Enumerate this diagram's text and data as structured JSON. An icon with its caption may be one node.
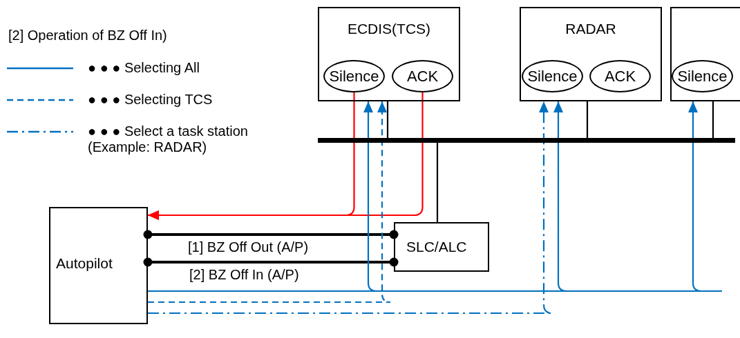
{
  "diagram": {
    "title": "[2] Operation of BZ Off In)",
    "nodes": [
      {
        "text": [
          "ECDIS(TCS)"
        ]
      },
      {
        "text": [
          "Silence"
        ],
        "in": 0
      },
      {
        "text": [
          "ACK"
        ],
        "in": 0
      },
      {
        "text": [
          "RADAR"
        ]
      },
      {
        "text": [
          "Silence"
        ],
        "in": 3
      },
      {
        "text": [
          "ACK"
        ],
        "in": 3
      },
      {
        "text": [],
        "shape": "box"
      },
      {
        "text": [
          "Silence"
        ],
        "in": 6
      },
      {
        "text": [],
        "shape": "bar"
      },
      {
        "text": [
          "Autopilot"
        ]
      },
      {
        "text": [
          "SLC/ALC"
        ]
      }
    ],
    "edges": [
      {
        "from": 9,
        "to": 10,
        "arrow": "other",
        "label": "[1] BZ Off Out (A/P)",
        "style": "thick"
      },
      {
        "from": 9,
        "to": 10,
        "arrow": "other",
        "label": "[2] BZ Off In (A/P)",
        "style": "thick"
      },
      {
        "from": 1,
        "to": 9,
        "arrow": "to",
        "color": "#ff0000"
      },
      {
        "from": 2,
        "to": 9,
        "arrow": "to",
        "color": "#ff0000"
      },
      {
        "from": 9,
        "to": 0,
        "arrow": "to",
        "color": "#0070c0"
      },
      {
        "from": 9,
        "to": 0,
        "arrow": "to",
        "style": "dashed",
        "color": "#0070c0"
      },
      {
        "from": 9,
        "to": 3,
        "arrow": "to",
        "style": "dashed",
        "color": "#0070c0"
      },
      {
        "from": 9,
        "to": 3,
        "arrow": "to",
        "color": "#0070c0"
      },
      {
        "from": 9,
        "to": 6,
        "arrow": "to",
        "color": "#0070c0"
      },
      {
        "from": 0,
        "to": 8,
        "arrow": "none"
      },
      {
        "from": 3,
        "to": 8,
        "arrow": "none"
      },
      {
        "from": 6,
        "to": 8,
        "arrow": "none"
      },
      {
        "from": 10,
        "to": 8,
        "arrow": "none"
      }
    ],
    "legend": [
      {
        "text": "● ● ● Selecting All"
      },
      {
        "text": "● ● ● Selecting TCS"
      },
      {
        "text": "● ● ● Select a task station (Example: RADAR)"
      }
    ]
  }
}
